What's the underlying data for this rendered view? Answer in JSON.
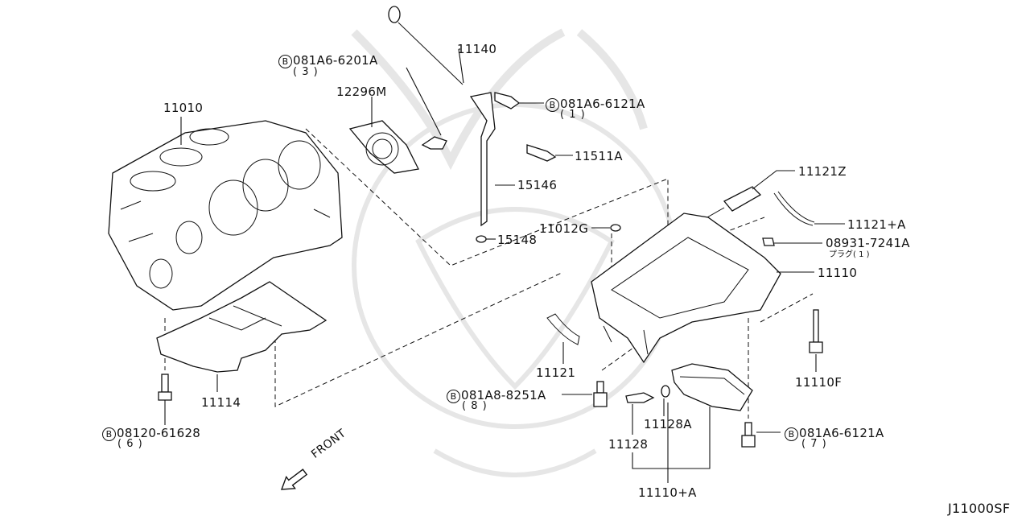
{
  "parts": {
    "p11140": "11140",
    "p081A6_6201A": "081A6-6201A",
    "q3": "( 3 )",
    "p12296M": "12296M",
    "p11010": "11010",
    "p081A6_6121A_top": "081A6-6121A",
    "q1": "( 1 )",
    "p11511A": "11511A",
    "p15146": "15146",
    "p11121Z": "11121Z",
    "p11012G": "11012G",
    "p15148": "15148",
    "p11121A": "11121+A",
    "p08931_7241A": "08931-7241A",
    "plug_note": "プラグ( 1 )",
    "p11110": "11110",
    "p11121": "11121",
    "p11110F": "11110F",
    "p081A8_8251A": "081A8-8251A",
    "q8": "( 8 )",
    "p11114": "11114",
    "p11128A": "11128A",
    "p11128": "11128",
    "p081A6_6121A_bot": "081A6-6121A",
    "q7": "( 7 )",
    "p08120_61628": "08120-61628",
    "q6": "( 6 )",
    "p11110A": "11110+A",
    "front": "FRONT",
    "diagram_code": "J11000SF"
  },
  "bolt_marker": "B"
}
